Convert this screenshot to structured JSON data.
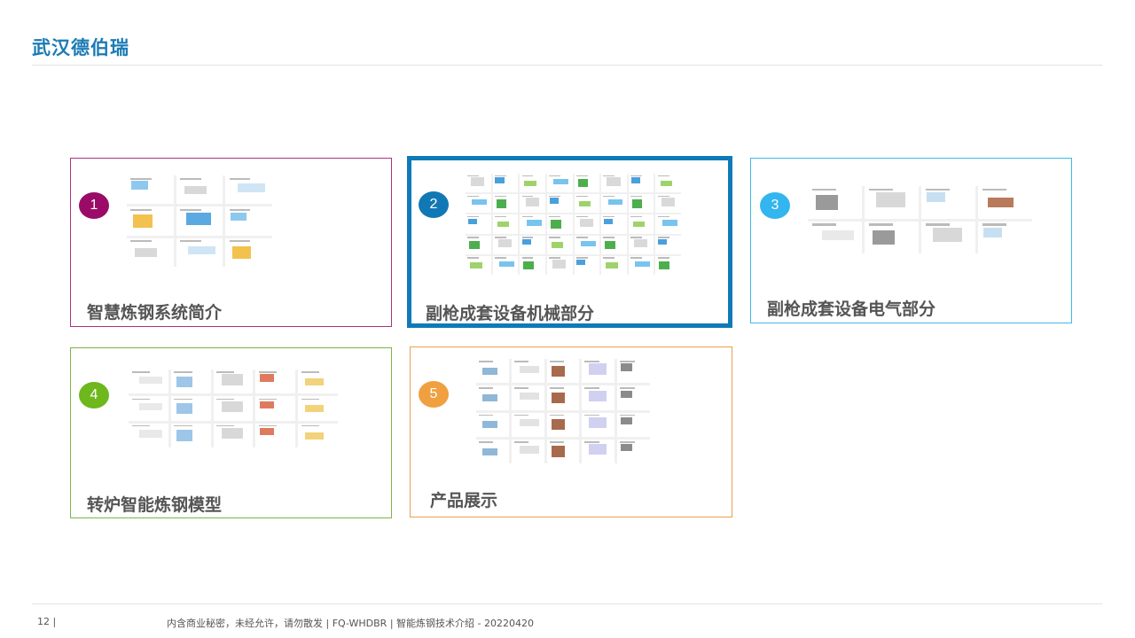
{
  "header": {
    "brand": "武汉德伯瑞"
  },
  "footer": {
    "page_number": "12 |",
    "text": "内含商业秘密，未经允许，请勿散发 | FQ-WHDBR | 智能炼钢技术介绍 - 20220420"
  },
  "cards": [
    {
      "number": "1",
      "title": "智慧炼钢系统简介",
      "border_color": "#b03080",
      "badge_color": "#9a0b67",
      "selected": false
    },
    {
      "number": "2",
      "title": "副枪成套设备机械部分",
      "border_color": "#0f7ab8",
      "badge_color": "#1278b5",
      "selected": true
    },
    {
      "number": "3",
      "title": "副枪成套设备电气部分",
      "border_color": "#3fb9e6",
      "badge_color": "#33b5ef",
      "selected": false
    },
    {
      "number": "4",
      "title": "转炉智能炼钢模型",
      "border_color": "#7ab648",
      "badge_color": "#6eb71d",
      "selected": false
    },
    {
      "number": "5",
      "title": "产品展示",
      "border_color": "#e9a04f",
      "badge_color": "#f0a040",
      "selected": false
    }
  ]
}
